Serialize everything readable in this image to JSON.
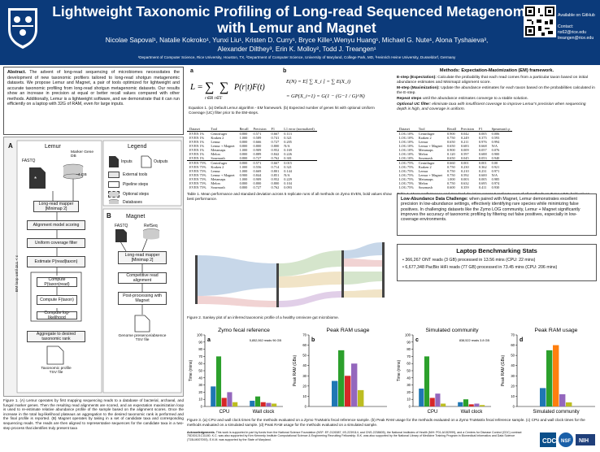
{
  "header": {
    "title_line1": "Lightweight Taxonomic Profiling of Long-read Sequenced Metagenomes",
    "title_line2": "with Lemur and Magnet",
    "authors_line1": "Nicolae Sapoval¹, Natalie Kokroko¹, Yunxi Liu¹, Kristen D. Curry¹, Bryce Kille¹,Wenyu Huang¹, Michael G. Nute¹, Alona Tyshaieva³,",
    "authors_line2": "Alexander Dilthey³, Erin K. Molloy², Todd J. Treangen¹",
    "affiliations": "¹Department of Computer Science, Rice University, Houston, TX, ²Department of Computer Science, University of Maryland, College Park, MD, ³Heinrich Heine University, Dusseldorf, Germany",
    "github": "Available on GitHub",
    "contact_label": "Contact:",
    "contact1": "ns62@rice.edu",
    "contact2": "treangen@rice.edu"
  },
  "abstract": {
    "label": "Abstract.",
    "text": "The advent of long-read sequencing of microbiomes necessitates the development of new taxonomic profilers tailored to long-read shotgun metagenomic datasets. We propose Lemur and Magnet, a pair of tools optimized for lightweight and accurate taxonomic profiling from long-read shotgun metagenomic datasets. Our results show an increase in precision at equal or better recall values compared with other methods. Additionally, Lemur is a lightweight software, and we demonstrate that it can run efficiently on a laptop with 32G of RAM, even for large inputs."
  },
  "fig1": {
    "label_a": "A",
    "label_b": "B",
    "lemur": "Lemur",
    "legend": "Legend",
    "fastq": "FASTQ",
    "marker_db": "Marker Gene DB",
    "db_size": "~4 GB",
    "inputs": "Inputs",
    "outputs": "Outputs",
    "external": "External tools",
    "pipeline": "Pipeline steps",
    "optional": "Optional steps",
    "databases": "Databases",
    "mapper": "Long-read mapper [Minimap 2]",
    "align_score": "Alignment model scoring",
    "uniform": "Uniform coverage filter",
    "estimate": "Estimate P(read|taxon)",
    "compute1": "Compute P(taxon|read)",
    "compute2": "Compute F(taxon)",
    "loglik": "Compute log-likelihood",
    "em_loop": "EM loop until ΔLL < ε",
    "aggregate": "Aggregate to desired taxonomic rank",
    "profile": "Taxonomic profile TSV file",
    "magnet": "Magnet",
    "refseq": "RefSeq",
    "mapper2": "Long-read mapper [Minimap 2]",
    "competitive": "Competitive read alignment",
    "postproc": "Post-processing with Magnet",
    "genome": "Genome presence/absence TSV file",
    "caption": "Figure 1. (A) Lemur operates by first mapping sequencing reads to a database of bacterial, archaeal, and fungal marker genes. Then the resulting read alignments are scored, and an expectation maximization loop is used to re-estimate relative abundance profile of the sample based on the alignment scores. Once the increase in the total log-likelihood plateaus an aggregation to the desired taxonomic rank is performed and the final profile is reported. (B) Magnet operates by taking in a set of candidate taxa and corresponding sequencing reads. The reads are then aligned to representative sequences for the candidate taxa in a two-step process that identifies truly present taxa"
  },
  "equations": {
    "label_a": "a",
    "label_b": "b",
    "caption": "Equation 1. (a) Default Lemur algorithm - EM framework. (b) Expected number of genes hit with optional Uniform Coverage (UC) filter prior to the EM-steps."
  },
  "methods": {
    "title": "Methods: Expectation-Maximization (EM) framework.",
    "estep_label": "E-step (Expectation):",
    "estep": "Calculate the probability that each read comes from a particular taxon based on initial abundance estimates and Minimap2 alignment score.",
    "mstep_label": "M-step (Maximization):",
    "mstep": "Update the abundance estimates for each taxon based on the probabilities calculated in the E-step.",
    "repeat_label": "Repeat steps",
    "repeat": "until the abundance estimates converge to a stable solution.",
    "uc_label": "Optional UC filter:",
    "uc": "eliminate taxa with insufficient coverage to improve Lemur's precision when sequencing depth is high, and coverage is uniform."
  },
  "table1": {
    "headers": [
      "Dataset",
      "Tool",
      "Recall",
      "Precision",
      "F1",
      "L1 error (normalized)"
    ],
    "rows": [
      [
        "EVEN 1%",
        "Centrifuger",
        "0.800",
        "0.571",
        "0.667",
        "0.113"
      ],
      [
        "EVEN 1%",
        "Kraken 2",
        "1.000",
        "0.589",
        "0.741",
        "0.321"
      ],
      [
        "EVEN 1%",
        "Lemur",
        "0.800",
        "0.666",
        "0.727",
        "0.205"
      ],
      [
        "EVEN 1%",
        "Lemur + Magnet",
        "0.800",
        "0.800",
        "0.800",
        "N/A"
      ],
      [
        "EVEN 1%",
        "Metamaps",
        "1.000",
        "0.909",
        "0.952",
        "0.169"
      ],
      [
        "EVEN 1%",
        "Melon",
        "0.800",
        "0.889",
        "0.842",
        "0.226"
      ],
      [
        "EVEN 1%",
        "Sourmash",
        "0.800",
        "0.727",
        "0.762",
        "0.301"
      ],
      [
        "EVEN 75%",
        "Centrifuger",
        "0.800",
        "0.571",
        "0.667",
        "0.015"
      ],
      [
        "EVEN 75%",
        "Kraken 2",
        "1.000",
        "0.556",
        "0.714",
        "0.321"
      ],
      [
        "EVEN 75%",
        "Lemur",
        "1.000",
        "0.669",
        "0.801",
        "0.144"
      ],
      [
        "EVEN 75%",
        "Lemur + Magnet",
        "0.900",
        "0.844",
        "0.851",
        "N/A"
      ],
      [
        "EVEN 75%",
        "Metamaps",
        "1.000",
        "0.909",
        "0.952",
        "0.229"
      ],
      [
        "EVEN 75%",
        "Melon",
        "0.800",
        "0.800",
        "0.800",
        "0.104"
      ],
      [
        "EVEN 75%",
        "Sourmash",
        "0.800",
        "0.727",
        "0.762",
        "0.093"
      ]
    ],
    "caption": "Table 1. Mean performance and standard deviation across 5 replicate runs of all methods on Zymo EVEN, bold values show best performance."
  },
  "table2": {
    "headers": [
      "Dataset",
      "Tool",
      "Recall",
      "Precision",
      "F1",
      "Spearman's ρ"
    ],
    "rows": [
      [
        "LOG 10%",
        "Centrifuger",
        "0.900",
        "0.042",
        "0.005",
        "0.006"
      ],
      [
        "LOG 10%",
        "Kraken 2",
        "0.750",
        "0.249",
        "0.375",
        "0.593"
      ],
      [
        "LOG 10%",
        "Lemur",
        "0.650",
        "0.211",
        "0.976",
        "0.994"
      ],
      [
        "LOG 10%",
        "Lemur + Magnet",
        "0.650",
        "0.683",
        "0.668",
        "N/A"
      ],
      [
        "LOG 10%",
        "Metamaps",
        "0.900",
        "0.009",
        "0.057",
        "0.076"
      ],
      [
        "LOG 10%",
        "Melon",
        "0.120",
        "0.597",
        "0.688",
        "0.900"
      ],
      [
        "LOG 10%",
        "Sourmash",
        "0.650",
        "0.045",
        "0.053",
        "0.940"
      ],
      [
        "LOG 75%",
        "Centrifuger",
        "0.660",
        "0.001",
        "0.001",
        "0.00"
      ],
      [
        "LOG 75%",
        "Kraken 2",
        "0.750",
        "0.230",
        "0.362",
        "0.921"
      ],
      [
        "LOG 75%",
        "Lemur",
        "0.750",
        "0.210",
        "0.231",
        "0.971"
      ],
      [
        "LOG 75%",
        "Lemur + Magnet",
        "0.750",
        "0.592",
        "0.600",
        "N/A"
      ],
      [
        "LOG 75%",
        "Metamaps",
        "1.000",
        "0.003",
        "0.005",
        "0.985"
      ],
      [
        "LOG 75%",
        "Melon",
        "0.750",
        "0.632",
        "0.695",
        "0.974"
      ],
      [
        "LOG 75%",
        "Sourmash",
        "0.600",
        "0.359",
        "0.411",
        "0.930"
      ]
    ],
    "caption": "Table 1. Mean performance and standard deviation across 5 replicate runs of all methods on Zymo LOG, bold values show best performance."
  },
  "sankey": {
    "caption": "Figure 2. Sankey plot of an inferred taxonomic profile of a healthy omnivore gut microbiome."
  },
  "lowab": {
    "title": "Low-Abundance Data Challenge:",
    "text": "when paired with Magnet, Lemur demonstrates excellent precision in low-abundance settings, effectively identifying rare species while minimizing false positives. In challenging datasets like the Zymo LOG community, Lemur + Magnet significantly improves the accuracy of taxonomic profiling by filtering out false positives, especially in low-coverage environments."
  },
  "laptop": {
    "title": "Laptop Benchmarking Stats",
    "item1": "366,267 ONT reads (3 GB) processed in 13.56 mins (CPU: 22 mins)",
    "item2": "6,677,348 PacBio HiFi reads (77 GB) processed in 73.45 mins (CPU: 206 mins)"
  },
  "fig3": {
    "caption": "Figure 3. (a) CPU and wall clock times for the methods evaluated on a Zymo TruMatrix fecal reference sample. (b) Peak RAM usage for the methods evaluated on a Zymo TruMatrix fecal reference sample. (c) CPU and wall clock times for the methods evaluated on a simulated sample. (d) Peak RAM usage for the methods evaluated on a simulated sample."
  },
  "ack": {
    "label": "Acknowledgements.",
    "text": "This work is supported in part by funds from the National Science Foundation (NSF: EF-2126387, IIS-2239114, and CNS-2238605), the National Institutes of Health (NIH: P01-AI152999), and a Centers for Disease Control (CDC) contract 75D30121C11180. K.C. was also supported by Ken Kennedy Institute Computational Science & Engineering Recruiting Fellowship. B.K. was also supported by the National Library of Medicine Training Program in Biomedical Informatics and Data Science (T15LM007093). E.K.M. was supported by the State of Maryland."
  },
  "chart_data": [
    {
      "type": "bar",
      "title": "Zymo fecal reference",
      "panel": "a",
      "categories": [
        "CPU",
        "Wall clock"
      ],
      "ylabel": "Time (mins)",
      "ylim": [
        0,
        100
      ],
      "annotation": "5,852,062 reads 96 GB",
      "series": [
        {
          "values": [
            28,
            8
          ],
          "color": "#1f77b4"
        },
        {
          "values": [
            70,
            14
          ],
          "color": "#2ca02c"
        },
        {
          "values": [
            12,
            6
          ],
          "color": "#d62728"
        },
        {
          "values": [
            20,
            5
          ],
          "color": "#9467bd"
        },
        {
          "values": [
            6,
            4
          ],
          "color": "#bcbd22"
        }
      ],
      "yticks": [
        "0",
        "10",
        "20",
        "30",
        "40",
        "50",
        "60",
        "70",
        "80",
        "90",
        "100"
      ]
    },
    {
      "type": "bar",
      "title": "Peak RAM usage",
      "panel": "b",
      "categories": [
        ""
      ],
      "ylabel": "Peak RAM (GBs)",
      "ylim": [
        0,
        70
      ],
      "series": [
        {
          "values": [
            25
          ],
          "color": "#1f77b4"
        },
        {
          "values": [
            55
          ],
          "color": "#2ca02c"
        },
        {
          "values": [
            30
          ],
          "color": "#d62728"
        },
        {
          "values": [
            42
          ],
          "color": "#9467bd"
        },
        {
          "values": [
            16
          ],
          "color": "#bcbd22"
        }
      ],
      "yticks": [
        "0",
        "10",
        "20",
        "30",
        "40",
        "50",
        "60",
        "70"
      ]
    },
    {
      "type": "bar",
      "title": "Simulated community",
      "panel": "c",
      "categories": [
        "CPU",
        "Wall clock"
      ],
      "ylabel": "Time (mins)",
      "ylim": [
        0,
        100
      ],
      "annotation": "838,522 reads 3.8 GB",
      "series": [
        {
          "values": [
            25,
            6
          ],
          "color": "#1f77b4"
        },
        {
          "values": [
            70,
            10
          ],
          "color": "#2ca02c"
        },
        {
          "values": [
            12,
            3
          ],
          "color": "#d62728"
        },
        {
          "values": [
            18,
            4
          ],
          "color": "#9467bd"
        },
        {
          "values": [
            4,
            2
          ],
          "color": "#bcbd22"
        }
      ],
      "yticks": [
        "0",
        "10",
        "20",
        "30",
        "40",
        "50",
        "60",
        "70",
        "80",
        "90",
        "100"
      ]
    },
    {
      "type": "bar",
      "title": "Peak RAM usage",
      "panel": "d",
      "categories": [
        "Simulated community"
      ],
      "ylabel": "Peak RAM (GBs)",
      "ylim": [
        0,
        70
      ],
      "series": [
        {
          "values": [
            18
          ],
          "color": "#1f77b4"
        },
        {
          "values": [
            55
          ],
          "color": "#2ca02c"
        },
        {
          "values": [
            60
          ],
          "color": "#ff7f0e"
        },
        {
          "values": [
            12
          ],
          "color": "#9467bd"
        },
        {
          "values": [
            4
          ],
          "color": "#bcbd22"
        }
      ],
      "yticks": [
        "0",
        "10",
        "20",
        "30",
        "40",
        "50",
        "60",
        "70"
      ]
    }
  ]
}
